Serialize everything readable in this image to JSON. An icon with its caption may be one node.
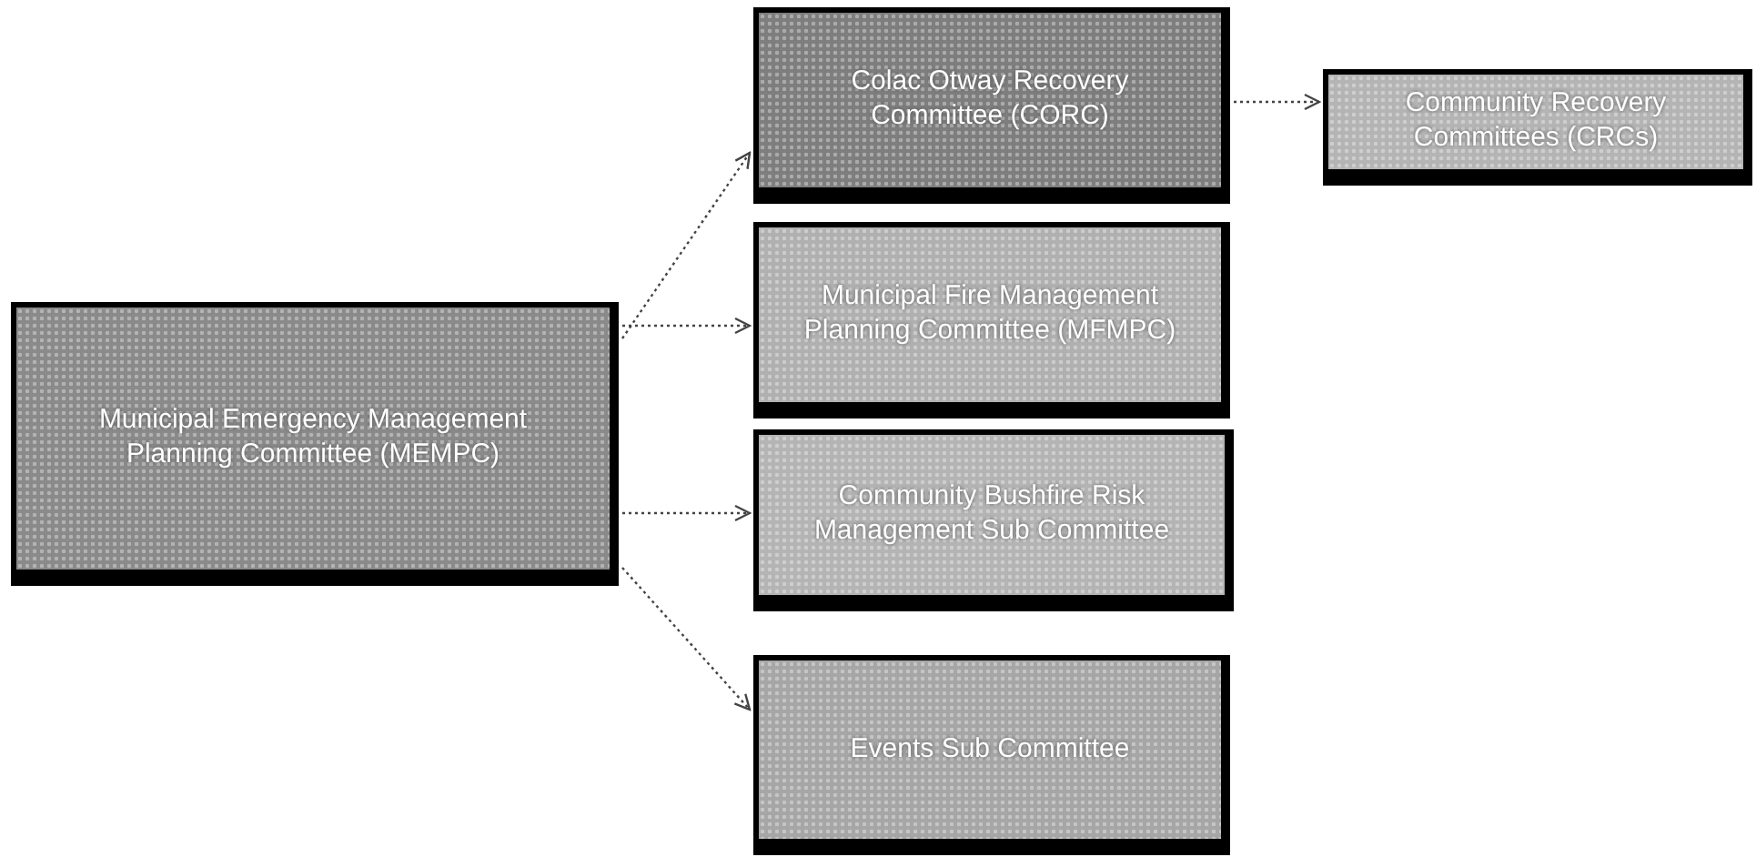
{
  "diagram": {
    "nodes": [
      {
        "text": [
          "Municipal Emergency Management Planning Committee (MEMPC)"
        ]
      },
      {
        "text": [
          "Colac Otway Recovery Committee (CORC)"
        ]
      },
      {
        "text": [
          "Municipal Fire Management Planning Committee (MFMPC)"
        ]
      },
      {
        "text": [
          "Community Bushfire Risk Management Sub Committee"
        ]
      },
      {
        "text": [
          "Events Sub Committee"
        ]
      },
      {
        "text": [
          "Community Recovery Committees (CRCs)"
        ]
      }
    ],
    "edges": [
      {
        "from": 0,
        "to": 1,
        "arrow": "to"
      },
      {
        "from": 0,
        "to": 2,
        "arrow": "to"
      },
      {
        "from": 0,
        "to": 3,
        "arrow": "to"
      },
      {
        "from": 0,
        "to": 4,
        "arrow": "to"
      },
      {
        "from": 1,
        "to": 5,
        "arrow": "to"
      }
    ]
  }
}
